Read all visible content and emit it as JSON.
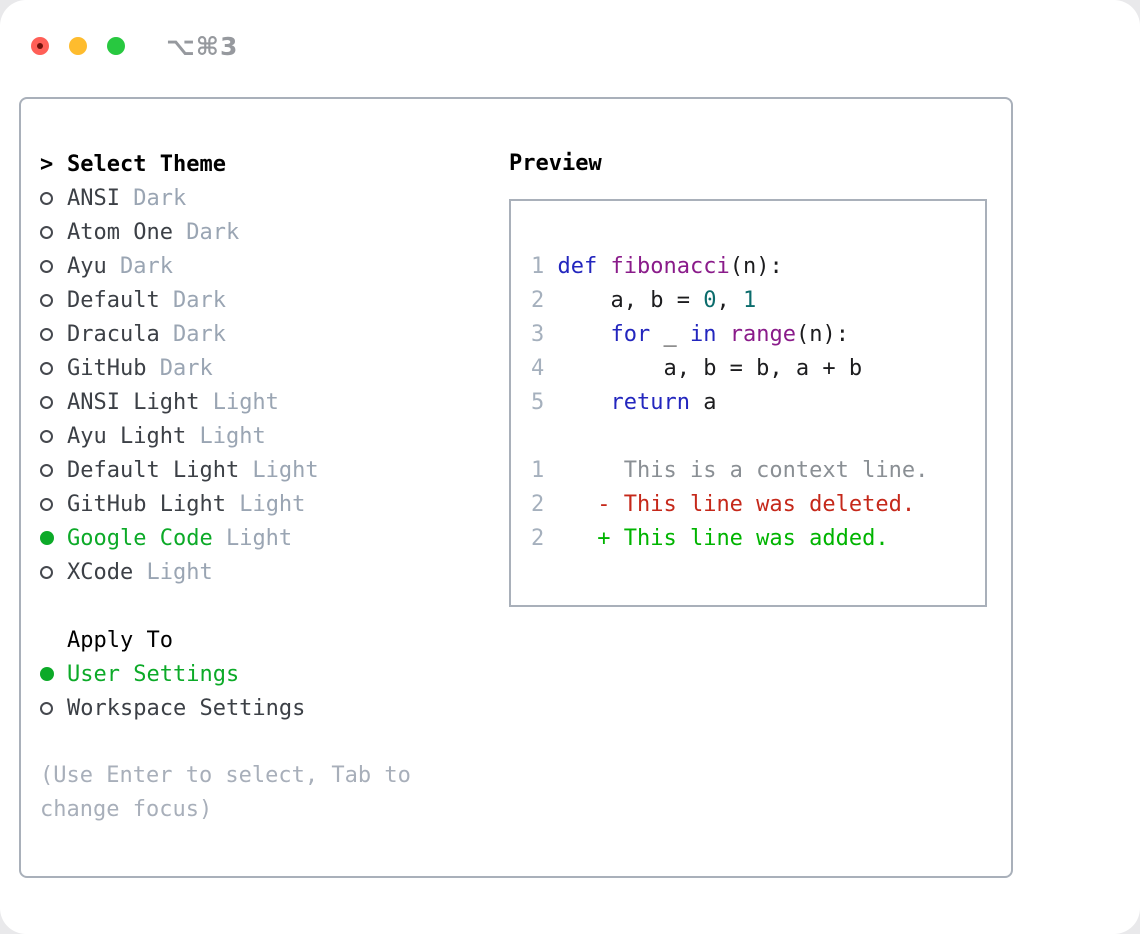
{
  "titlebar": {
    "title": "⌥⌘3",
    "buttons": [
      "close",
      "minimize",
      "zoom"
    ]
  },
  "colors": {
    "accent_green": "#0caa28",
    "item_text": "#3c4046",
    "variant_text": "#9aa5b3",
    "kw": "#2326be",
    "fn": "#8a1b8a",
    "num": "#0b6c6c",
    "plain": "#1c1c1e",
    "gutter": "#a5b0bd",
    "ctx": "#8a8f94",
    "del": "#c5281a",
    "add": "#00b400",
    "traffic_red": "#ff5f57",
    "traffic_red_dot": "#6e120c",
    "traffic_yellow": "#febc2e",
    "traffic_green": "#28c840",
    "panel_border": "#a9b0ba"
  },
  "theme_list": {
    "header_marker": ">",
    "header": "Select Theme",
    "items": [
      {
        "name": "ANSI",
        "variant": "Dark",
        "selected": false
      },
      {
        "name": "Atom One",
        "variant": "Dark",
        "selected": false
      },
      {
        "name": "Ayu",
        "variant": "Dark",
        "selected": false
      },
      {
        "name": "Default",
        "variant": "Dark",
        "selected": false
      },
      {
        "name": "Dracula",
        "variant": "Dark",
        "selected": false
      },
      {
        "name": "GitHub",
        "variant": "Dark",
        "selected": false
      },
      {
        "name": "ANSI Light",
        "variant": "Light",
        "selected": false
      },
      {
        "name": "Ayu Light",
        "variant": "Light",
        "selected": false
      },
      {
        "name": "Default Light",
        "variant": "Light",
        "selected": false
      },
      {
        "name": "GitHub Light",
        "variant": "Light",
        "selected": false
      },
      {
        "name": "Google Code",
        "variant": "Light",
        "selected": true
      },
      {
        "name": "XCode",
        "variant": "Light",
        "selected": false
      }
    ]
  },
  "apply_to": {
    "header": "Apply To",
    "options": [
      {
        "name": "User Settings",
        "selected": true
      },
      {
        "name": "Workspace Settings",
        "selected": false
      }
    ]
  },
  "hint": "(Use Enter to select, Tab to change focus)",
  "preview": {
    "header": "Preview",
    "lines": [
      {
        "num": "1",
        "segments": [
          [
            "kw",
            "def"
          ],
          [
            "plain",
            " "
          ],
          [
            "fn",
            "fibonacci"
          ],
          [
            "plain",
            "(n):"
          ]
        ]
      },
      {
        "num": "2",
        "segments": [
          [
            "plain",
            "    a, b = "
          ],
          [
            "num",
            "0"
          ],
          [
            "plain",
            ", "
          ],
          [
            "num",
            "1"
          ]
        ]
      },
      {
        "num": "3",
        "segments": [
          [
            "plain",
            "    "
          ],
          [
            "kw",
            "for"
          ],
          [
            "plain",
            " _ "
          ],
          [
            "kw",
            "in"
          ],
          [
            "plain",
            " "
          ],
          [
            "fn",
            "range"
          ],
          [
            "plain",
            "(n):"
          ]
        ]
      },
      {
        "num": "4",
        "segments": [
          [
            "plain",
            "        a, b = b, a + b"
          ]
        ]
      },
      {
        "num": "5",
        "segments": [
          [
            "plain",
            "    "
          ],
          [
            "kw",
            "return"
          ],
          [
            "plain",
            " a"
          ]
        ]
      },
      {
        "num": "",
        "segments": []
      },
      {
        "num": "1",
        "segments": [
          [
            "ctx",
            "     This is a context line."
          ]
        ]
      },
      {
        "num": "2",
        "segments": [
          [
            "del",
            "   - This line was deleted."
          ]
        ]
      },
      {
        "num": "2",
        "segments": [
          [
            "add",
            "   + This line was added."
          ]
        ]
      }
    ]
  }
}
